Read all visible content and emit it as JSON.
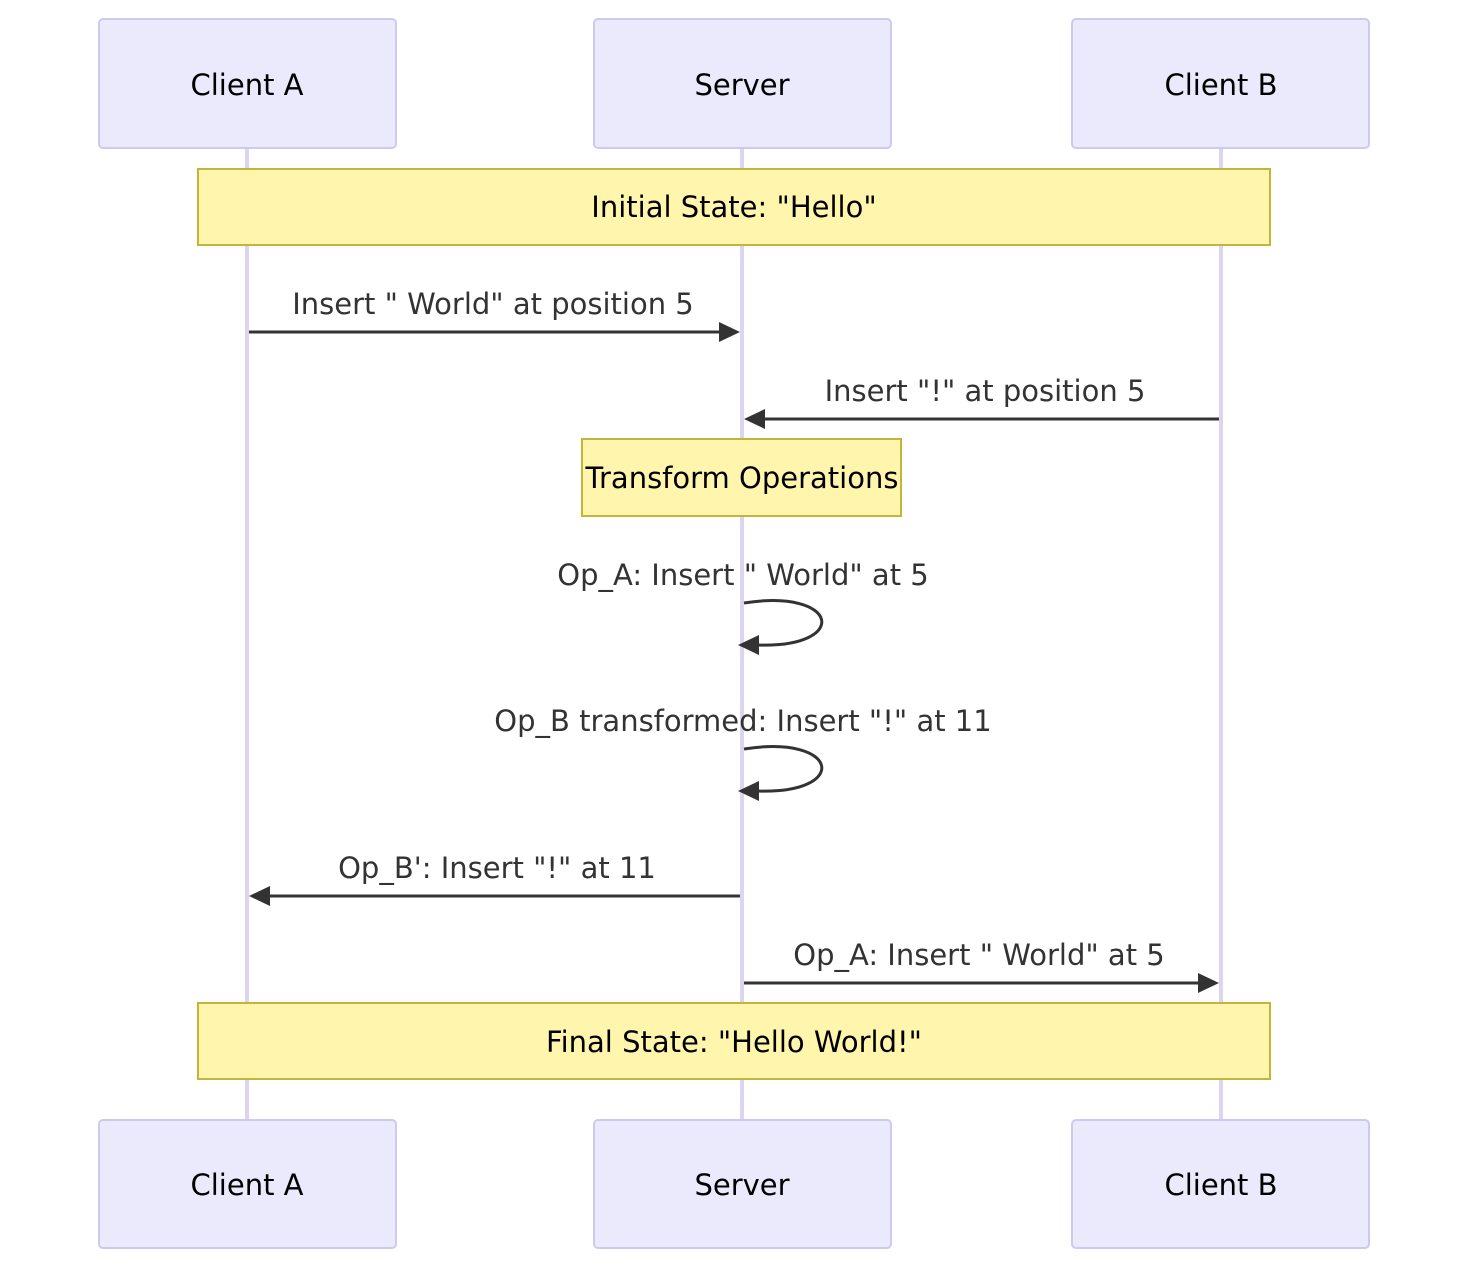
{
  "diagram": {
    "type": "sequence",
    "participants": [
      {
        "id": "A",
        "label": "Client A"
      },
      {
        "id": "S",
        "label": "Server"
      },
      {
        "id": "B",
        "label": "Client B"
      }
    ],
    "notes": [
      {
        "label": "Initial State: \"Hello\"",
        "over": [
          "A",
          "B"
        ]
      },
      {
        "label": "Transform Operations",
        "over": [
          "S"
        ]
      },
      {
        "label": "Final State: \"Hello World!\"",
        "over": [
          "A",
          "B"
        ]
      }
    ],
    "messages": [
      {
        "from": "A",
        "to": "S",
        "label": "Insert \" World\" at position 5"
      },
      {
        "from": "B",
        "to": "S",
        "label": "Insert \"!\" at position 5"
      },
      {
        "from": "S",
        "to": "S",
        "label": "Op_A: Insert \" World\" at 5"
      },
      {
        "from": "S",
        "to": "S",
        "label": "Op_B transformed: Insert \"!\" at 11"
      },
      {
        "from": "S",
        "to": "A",
        "label": "Op_B': Insert \"!\" at 11"
      },
      {
        "from": "S",
        "to": "B",
        "label": "Op_A: Insert \" World\" at 5"
      }
    ]
  }
}
